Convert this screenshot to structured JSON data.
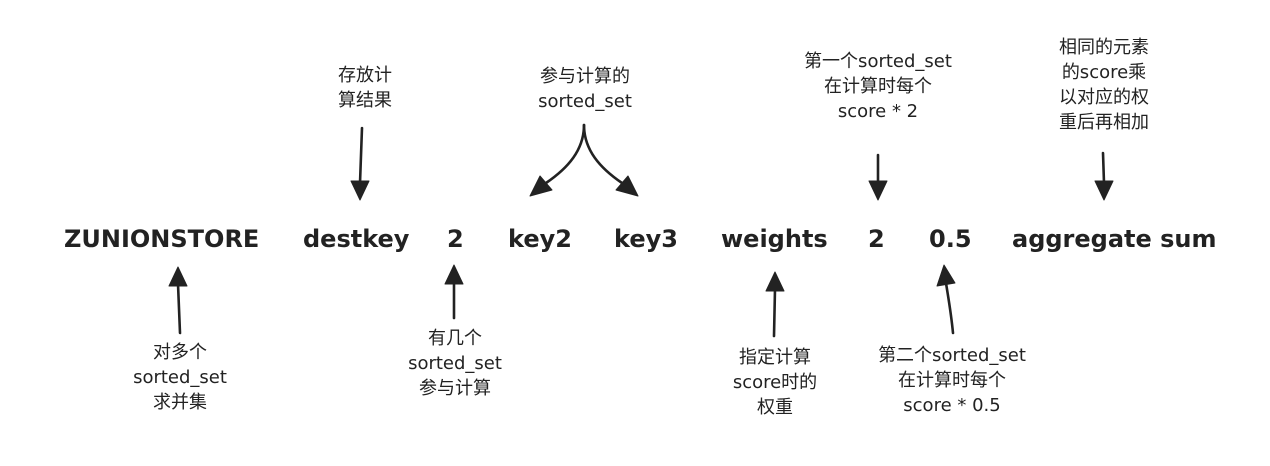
{
  "command_tokens": {
    "zunionstore": "ZUNIONSTORE",
    "destkey": "destkey",
    "numkeys": "2",
    "key2": "key2",
    "key3": "key3",
    "weights": "weights",
    "weight1": "2",
    "weight2": "0.5",
    "aggregate": "aggregate sum"
  },
  "notes": {
    "dest_result": [
      "存放计",
      "算结果"
    ],
    "keys_to_compute": [
      "参与计算的",
      "sorted_set"
    ],
    "weight1_desc": [
      "第一个sorted_set",
      "在计算时每个",
      "score * 2"
    ],
    "aggregate_desc": [
      "相同的元素",
      "的score乘",
      "以对应的权",
      "重后再相加"
    ],
    "union_desc": [
      "对多个",
      "sorted_set",
      "求并集"
    ],
    "numkeys_desc": [
      "有几个",
      "sorted_set",
      "参与计算"
    ],
    "weights_desc": [
      "指定计算",
      "score时的",
      "权重"
    ],
    "weight2_desc": [
      "第二个sorted_set",
      "在计算时每个",
      "score * 0.5"
    ]
  },
  "colors": {
    "ink": "#222222",
    "background": "#ffffff"
  }
}
